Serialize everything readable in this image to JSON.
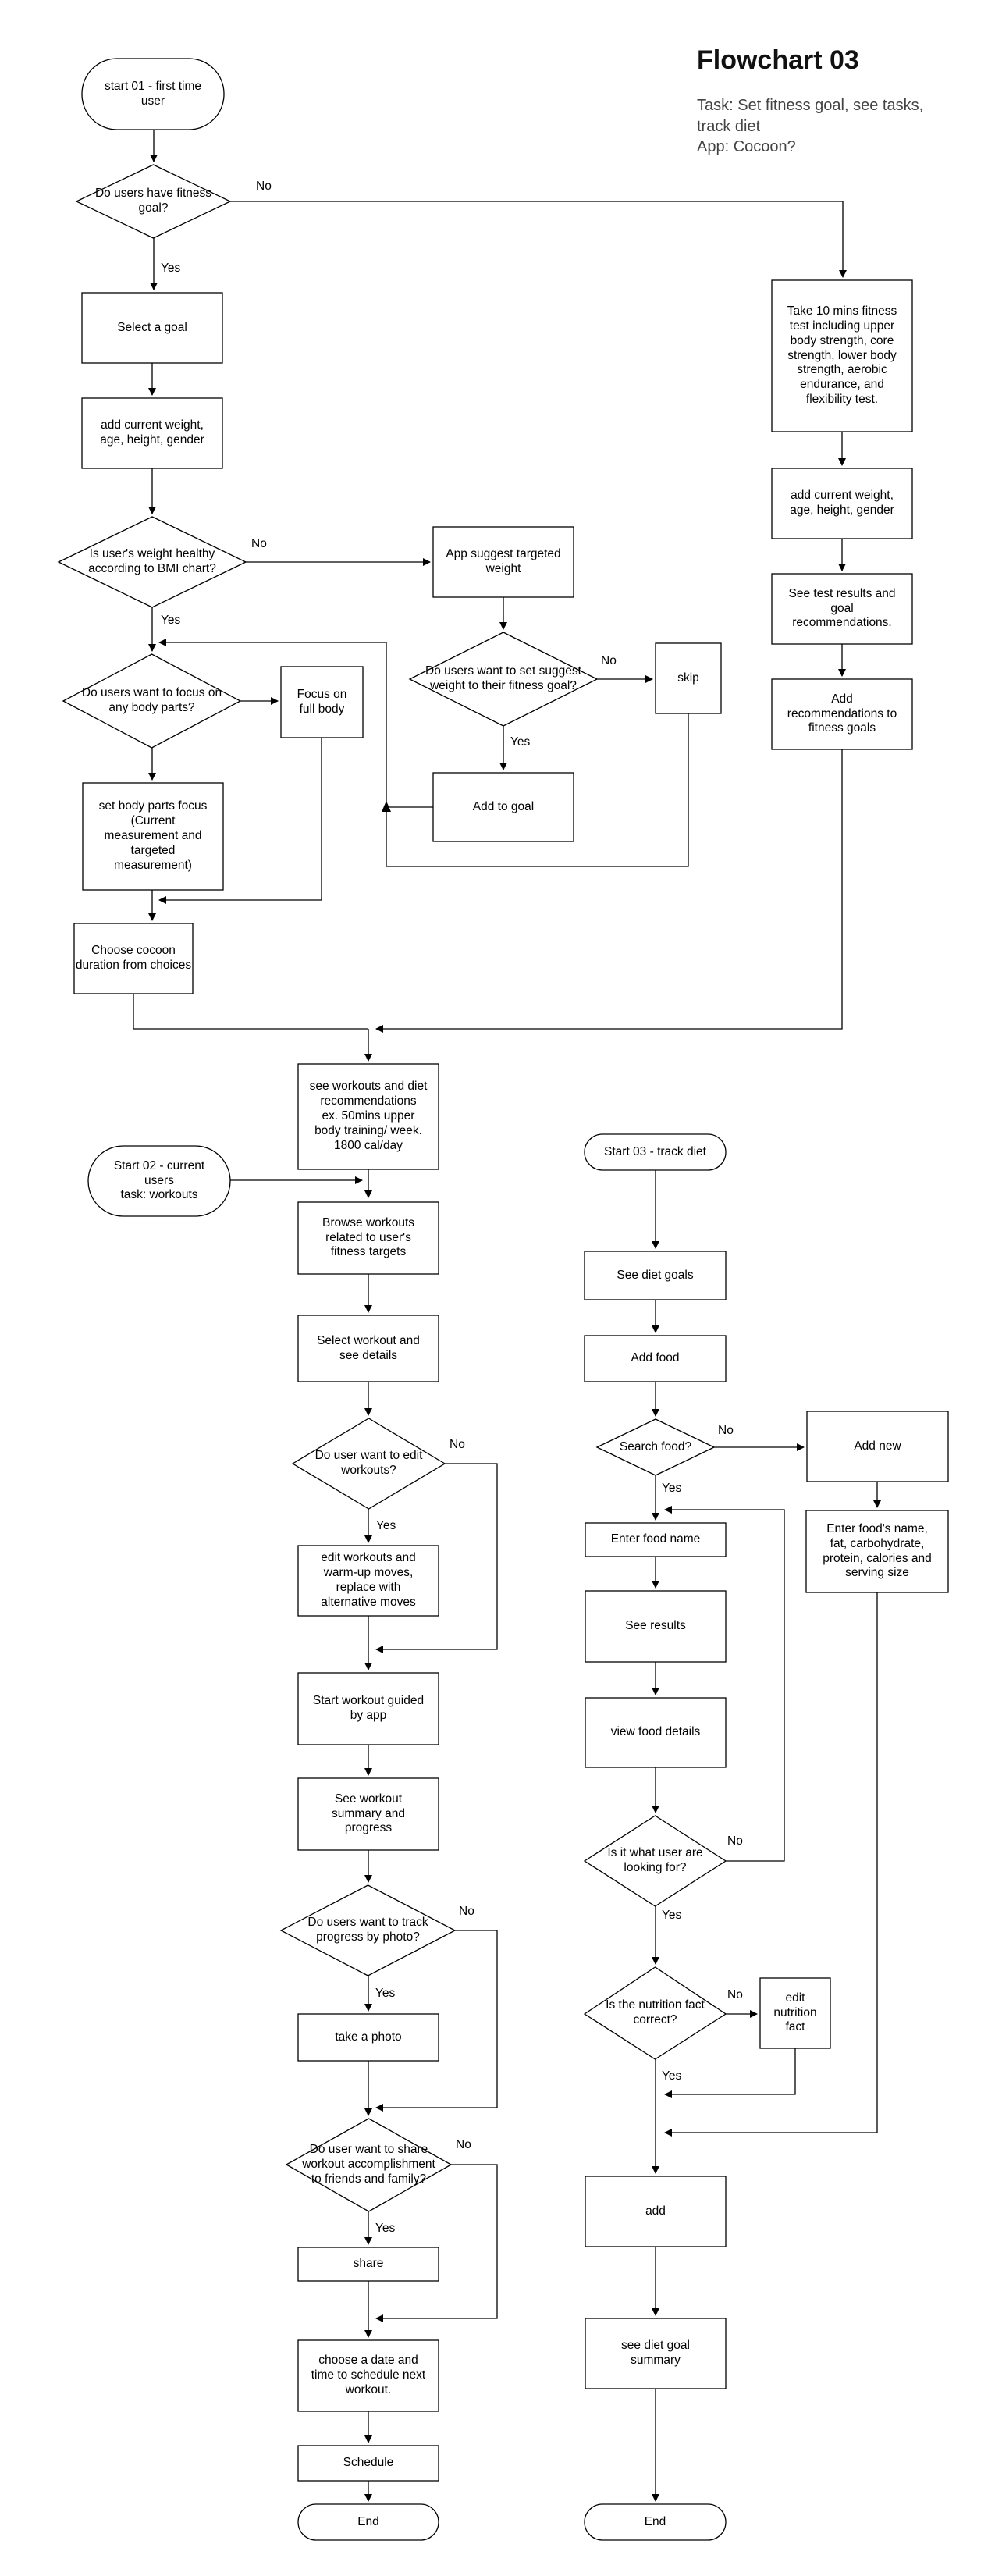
{
  "header": {
    "title": "Flowchart 03",
    "subtitle": "Task: Set fitness goal, see tasks,\ntrack diet\nApp: Cocoon?"
  },
  "nodes": {
    "start01": "start 01 - first time\nuser",
    "d_fitness_goal": "Do users have fitness\ngoal?",
    "select_goal": "Select a goal",
    "add_current_left": "add current weight,\nage, height, gender",
    "d_bmi": "Is user's weight healthy\naccording to BMI chart?",
    "app_suggest": "App suggest targeted\nweight",
    "d_set_suggest": "Do users want to set suggest\nweight to their fitness goal?",
    "skip": "skip",
    "add_to_goal": "Add to goal",
    "focus_full_body": "Focus on\nfull body",
    "d_body_parts": "Do users want to focus on\nany body parts?",
    "set_body_parts": "set body parts focus\n(Current\nmeasurement and\ntargeted\nmeasurement)",
    "choose_cocoon": "Choose cocoon\nduration from choices",
    "take_test": "Take 10 mins fitness\ntest including upper\nbody strength, core\nstrength, lower body\nstrength, aerobic\nendurance, and\nflexibility test.",
    "add_current_right": "add current weight,\nage, height, gender",
    "see_test_results": "See test results and\ngoal\nrecommendations.",
    "add_recommendations": "Add\nrecommendations to\nfitness goals",
    "see_workouts": "see workouts and diet\nrecommendations\nex. 50mins upper\nbody training/ week.\n1800 cal/day",
    "start02": "Start 02 - current\nusers\ntask: workouts",
    "browse_workouts": "Browse workouts\nrelated to user's\nfitness targets",
    "select_workout": "Select workout  and\nsee details",
    "d_edit_workouts": "Do user want to edit\nworkouts?",
    "edit_workouts": "edit workouts and\nwarm-up moves,\nreplace with\nalternative moves",
    "start_workout": "Start workout guided\nby app",
    "see_summary": "See workout\nsummary and\nprogress",
    "d_track_photo": "Do users want to track\nprogress by photo?",
    "take_photo": "take a photo",
    "d_share": "Do user want to share\nworkout accomplishment\nto friends and family?",
    "share": "share",
    "choose_date": "choose a date and\ntime to schedule next\nworkout.",
    "schedule": "Schedule",
    "end_workouts": "End",
    "start03": "Start 03 - track diet",
    "see_diet_goals": "See diet goals",
    "add_food": "Add food",
    "d_search_food": "Search food?",
    "add_new": "Add new",
    "enter_food_details": "Enter food's name,\nfat, carbohydrate,\nprotein, calories and\nserving size",
    "enter_food_name": "Enter food name",
    "see_results": "See results",
    "view_food_details": "view food details",
    "d_looking_for": "Is it what user are\nlooking for?",
    "d_nutrition_fact": "Is the nutrition fact\ncorrect?",
    "edit_nutrition_fact": "edit\nnutrition\nfact",
    "add": "add",
    "see_diet_summary": "see diet goal\nsummary",
    "end_diet": "End"
  },
  "labels": {
    "no_fitness_goal": "No",
    "yes_fitness_goal": "Yes",
    "no_bmi": "No",
    "yes_bmi": "Yes",
    "no_set_suggest": "No",
    "yes_set_suggest": "Yes",
    "no_edit_workouts": "No",
    "yes_edit_workouts": "Yes",
    "no_track_photo": "No",
    "yes_track_photo": "Yes",
    "no_share": "No",
    "yes_share": "Yes",
    "no_search_food": "No",
    "yes_search_food": "Yes",
    "no_looking_for": "No",
    "yes_looking_for": "Yes",
    "no_nutrition_fact": "No",
    "yes_nutrition_fact": "Yes"
  }
}
